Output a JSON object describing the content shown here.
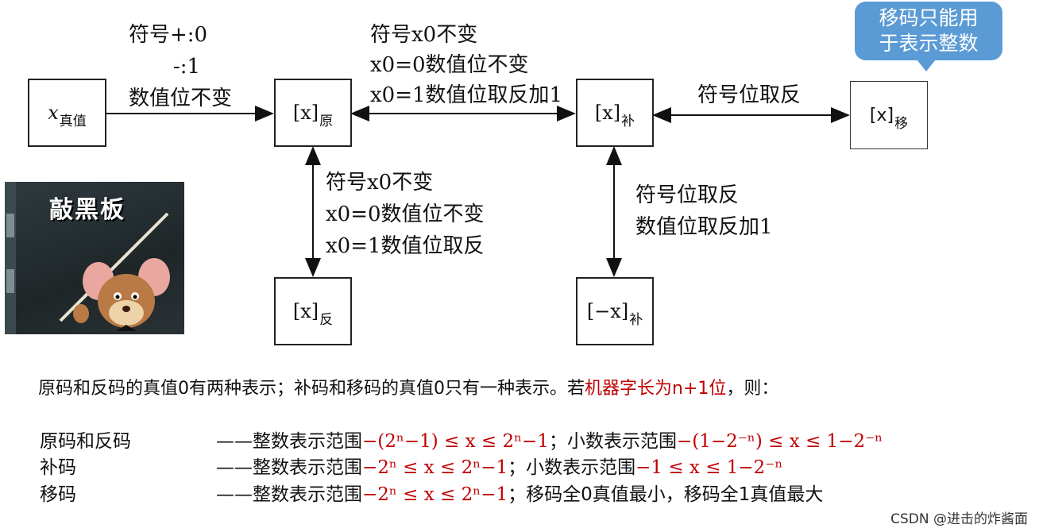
{
  "boxes": {
    "true_value": {
      "main": "x",
      "sub": "真值"
    },
    "original": {
      "main": "[x]",
      "sub": "原"
    },
    "complement": {
      "main": "[x]",
      "sub": "补"
    },
    "offset": {
      "main": "[x]",
      "sub": "移"
    },
    "ones": {
      "main": "[x]",
      "sub": "反"
    },
    "neg_complement": {
      "main": "[−x]",
      "sub": "补"
    }
  },
  "labels": {
    "true_to_orig": [
      "符号+:0",
      "-:1",
      "数值位不变"
    ],
    "orig_complement": [
      "符号x0不变",
      "x0=0数值位不变",
      "x0=1数值位取反加1"
    ],
    "orig_ones": [
      "符号x0不变",
      "x0=0数值位不变",
      "x0=1数值位取反"
    ],
    "comp_offset": "符号位取反",
    "comp_neg": [
      "符号位取反",
      "数值位取反加1"
    ]
  },
  "bubble": [
    "移码只能用",
    "于表示整数"
  ],
  "photo_title": "敲黑板",
  "summary": {
    "lead": "原码和反码的真值0有两种表示；补码和移码的真值0只有一种表示。若",
    "highlight": "机器字长为n+1位",
    "tail": "，则："
  },
  "ranges": [
    {
      "name": "原码和反码",
      "dash": "——整数表示范围",
      "int_range": "−(2ⁿ−1) ≤ x ≤ 2ⁿ−1",
      "sep": "；小数表示范围",
      "frac_range": "−(1−2⁻ⁿ) ≤ x ≤ 1−2⁻ⁿ"
    },
    {
      "name": "补码",
      "dash": "——整数表示范围",
      "int_range": "−2ⁿ ≤ x ≤ 2ⁿ−1",
      "sep": "；小数表示范围",
      "frac_range": "−1 ≤ x ≤ 1−2⁻ⁿ"
    },
    {
      "name": "移码",
      "dash": "——整数表示范围",
      "int_range": "−2ⁿ ≤ x ≤ 2ⁿ−1",
      "sep": "；移码全0真值最小，移码全1真值最大",
      "frac_range": ""
    }
  ],
  "watermark": "CSDN @进击的炸酱面",
  "colors": {
    "accent_red": "#c00000",
    "bubble_blue": "#5b9bd5"
  }
}
